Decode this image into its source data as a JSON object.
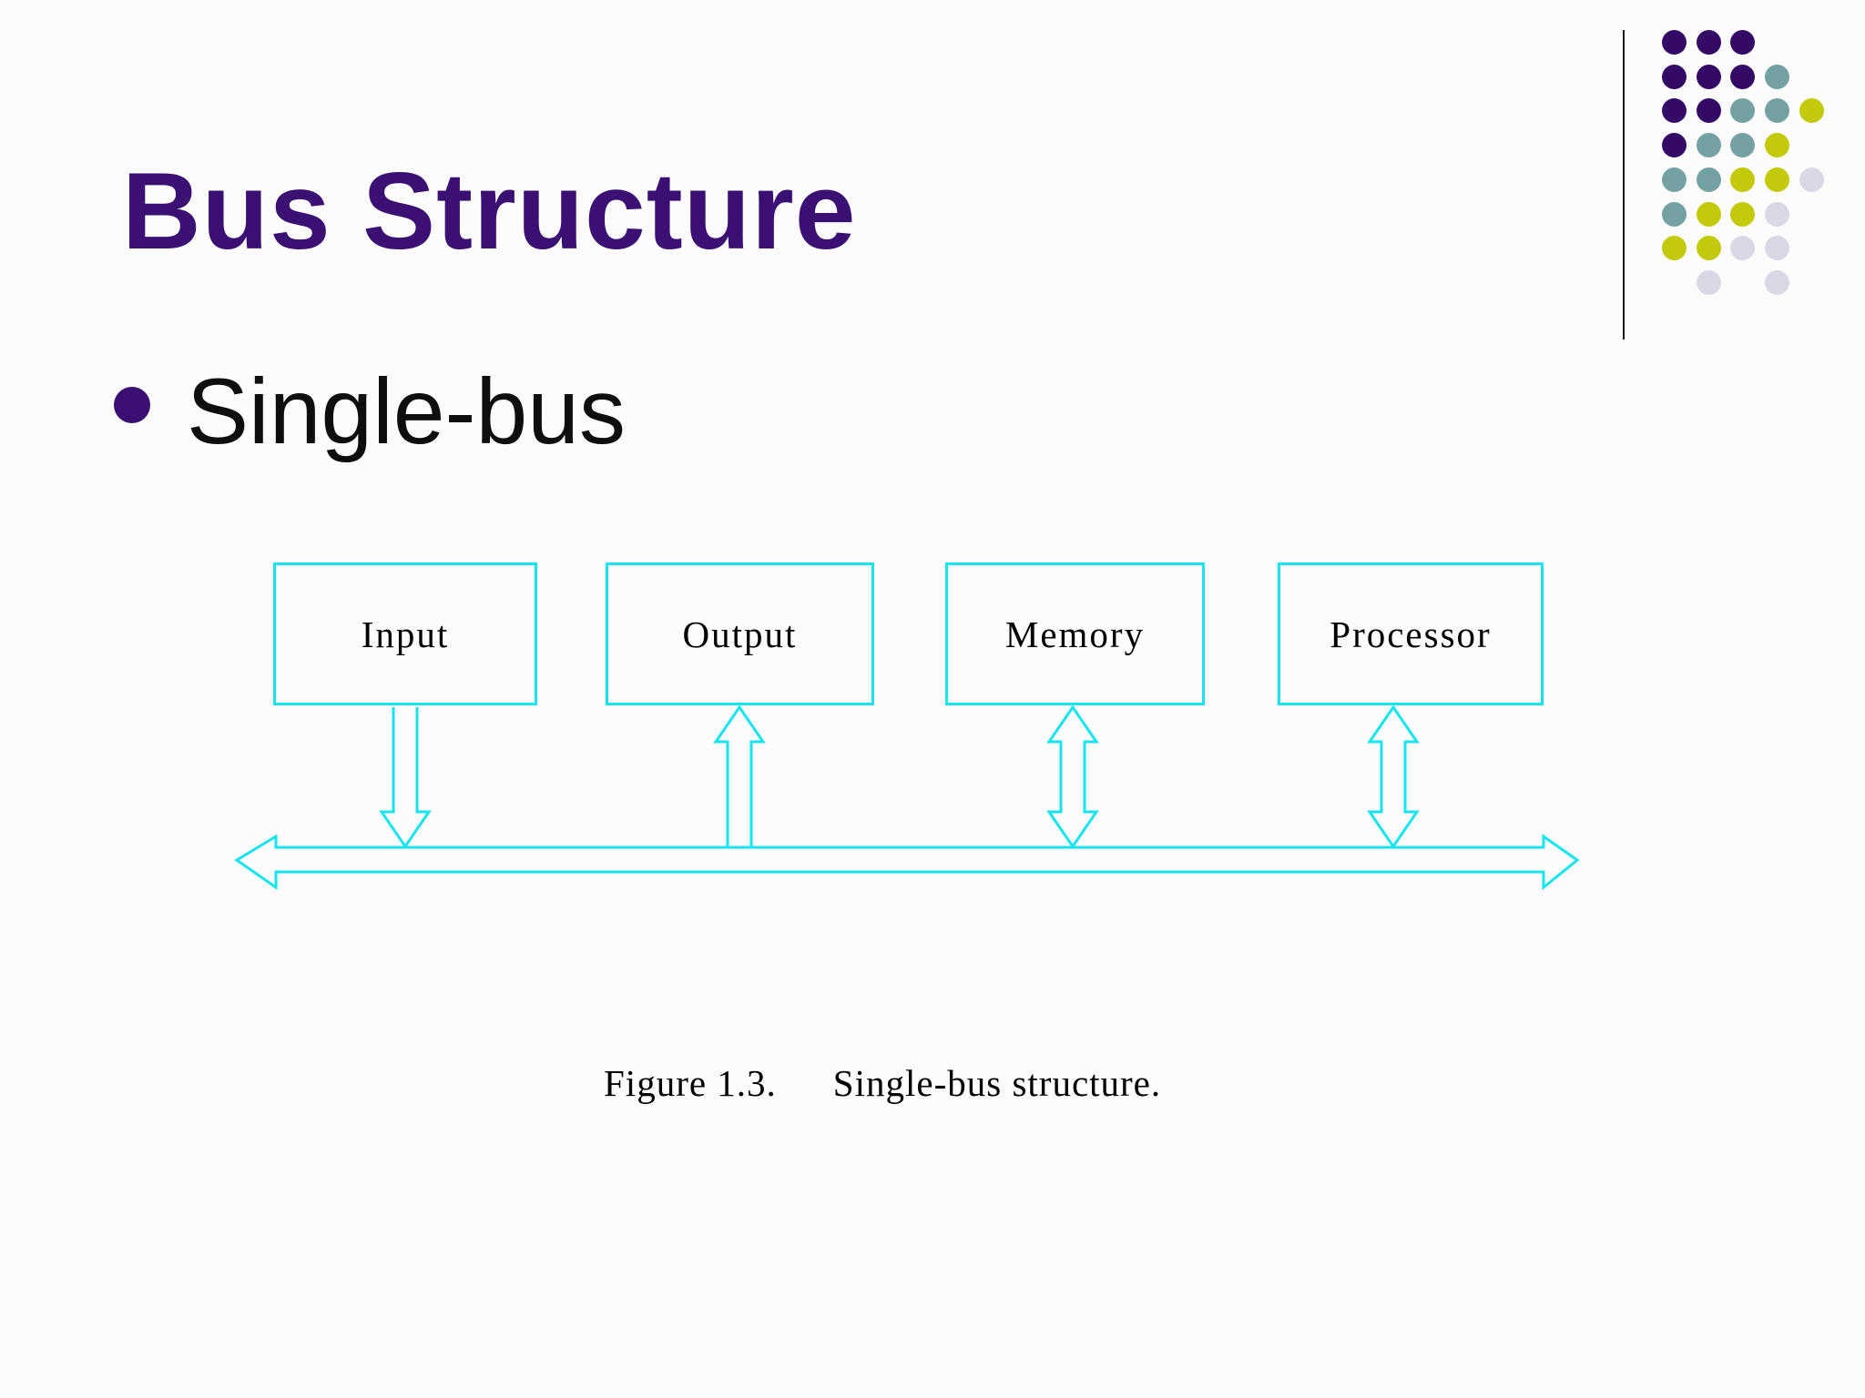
{
  "theme": {
    "cyan": "#17E4EE",
    "title_purple": "#3A1173",
    "text_black": "#0E0E0E",
    "line_black": "#1A1A1A"
  },
  "slide": {
    "title": "Bus Structure",
    "bullet": "Single-bus"
  },
  "caption": {
    "figure_label": "Figure 1.3.",
    "figure_text": "Single-bus structure."
  },
  "diagram": {
    "bus": {
      "type": "bidirectional-horizontal-bus"
    },
    "boxes": [
      {
        "label": "Input",
        "connection": "to-bus"
      },
      {
        "label": "Output",
        "connection": "from-bus"
      },
      {
        "label": "Memory",
        "connection": "bidirectional"
      },
      {
        "label": "Processor",
        "connection": "bidirectional"
      }
    ]
  },
  "decor": {
    "dot_colors": {
      "P": "#330A66",
      "T": "#74A2A3",
      "Y": "#C3C90B",
      "L": "#D9D9E6"
    },
    "dot_rows": [
      "PPP",
      "PPPT",
      "PPTTY",
      "PTTY",
      "TTYYL",
      "TYYL",
      "YYLL",
      ".L.L"
    ]
  }
}
